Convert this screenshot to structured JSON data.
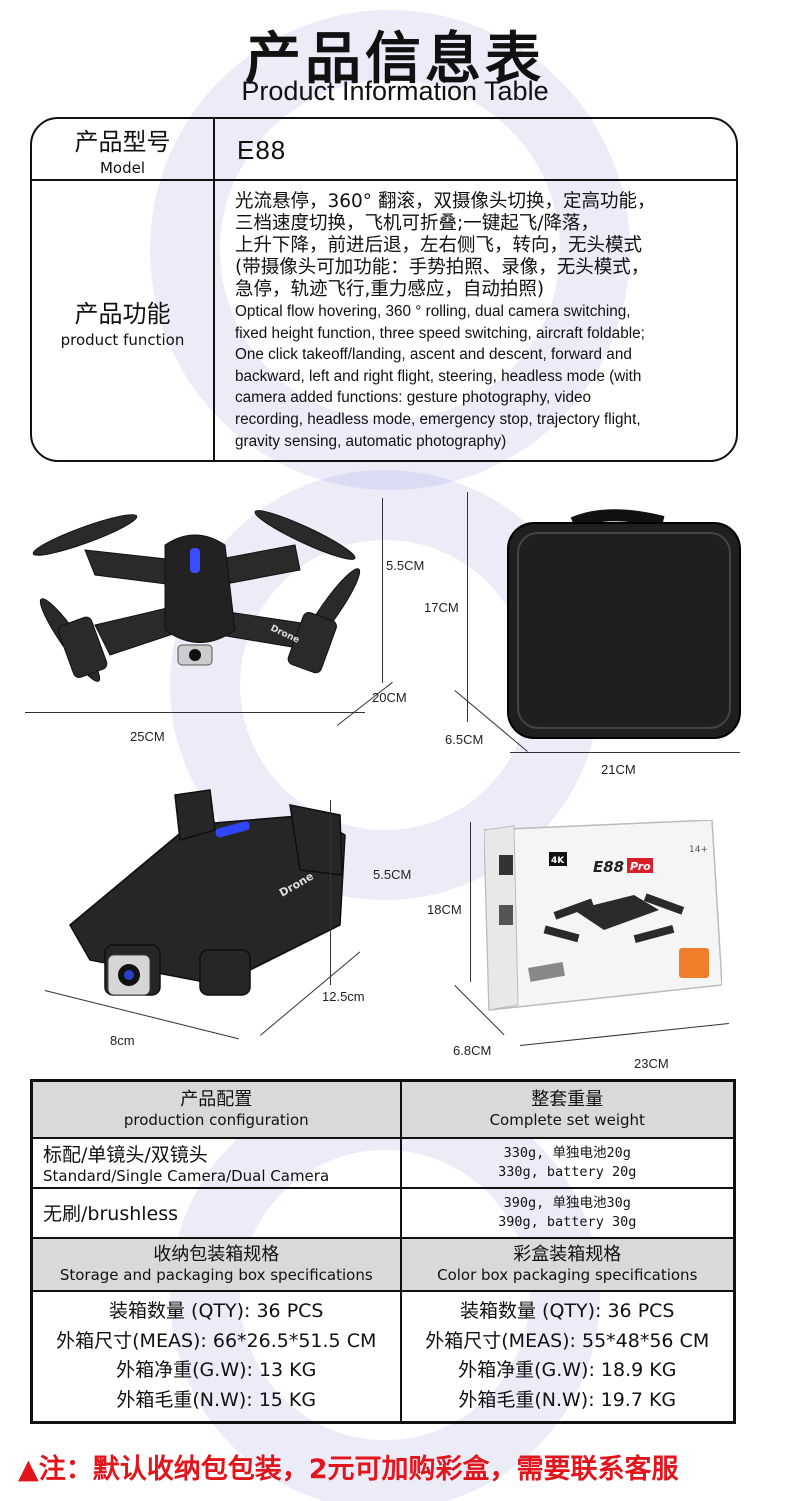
{
  "title": {
    "cn": "产品信息表",
    "en": "Product Information Table"
  },
  "info_table": {
    "model_label_cn": "产品型号",
    "model_label_en": "Model",
    "model_value": "E88",
    "function_label_cn": "产品功能",
    "function_label_en": "product function",
    "function_cn": [
      "光流悬停，360° 翻滚，双摄像头切换，定高功能，",
      "三档速度切换，飞机可折叠;一键起飞/降落，",
      "上升下降，前进后退，左右侧飞，转向，无头模式",
      "(带摄像头可加功能：手势拍照、录像，无头模式，",
      "急停，轨迹飞行,重力感应，自动拍照)"
    ],
    "function_en": [
      "Optical flow hovering, 360 ° rolling, dual camera switching,",
      "fixed height function, three speed switching, aircraft foldable;",
      "One click takeoff/landing, ascent and descent, forward and",
      "backward, left and right flight, steering, headless mode (with",
      "camera added functions: gesture photography, video",
      "recording, headless mode, emergency stop, trajectory flight,",
      "gravity sensing, automatic photography)"
    ]
  },
  "dimensions": {
    "drone_open": {
      "height": "5.5CM",
      "width": "25CM",
      "depth": "20CM"
    },
    "bag": {
      "height": "17CM",
      "depth": "6.5CM",
      "width": "21CM"
    },
    "drone_folded": {
      "height": "5.5CM",
      "length": "12.5cm",
      "width": "8cm"
    },
    "color_box": {
      "height": "18CM",
      "depth": "6.8CM",
      "width": "23CM"
    }
  },
  "box_art": {
    "resolution": "4K",
    "model": "E88",
    "badge": "Pro",
    "age": "14+",
    "drone_text": "Drone"
  },
  "spec_table": {
    "config_header_cn": "产品配置",
    "config_header_en": "production configuration",
    "weight_header_cn": "整套重量",
    "weight_header_en": "Complete set weight",
    "rows": [
      {
        "config_cn": "标配/单镜头/双镜头",
        "config_en": "Standard/Single Camera/Dual Camera",
        "weight_cn": "330g, 单独电池20g",
        "weight_en": "330g, battery 20g"
      },
      {
        "config_cn": "无刷/brushless",
        "config_en": "",
        "weight_cn": "390g, 单独电池30g",
        "weight_en": "390g, battery 30g"
      }
    ],
    "storage_header_cn": "收纳包装箱规格",
    "storage_header_en": "Storage and packaging box specifications",
    "color_header_cn": "彩盒装箱规格",
    "color_header_en": "Color box packaging specifications",
    "storage": [
      "装箱数量 (QTY): 36 PCS",
      "外箱尺寸(MEAS): 66*26.5*51.5 CM",
      "外箱净重(G.W): 13 KG",
      "外箱毛重(N.W):  15 KG"
    ],
    "color_box": [
      "装箱数量 (QTY): 36 PCS",
      "外箱尺寸(MEAS): 55*48*56 CM",
      "外箱净重(G.W): 18.9 KG",
      "外箱毛重(N.W):  19.7 KG"
    ]
  },
  "note": "▲注：默认收纳包包装，2元可加购彩盒，需要联系客服"
}
